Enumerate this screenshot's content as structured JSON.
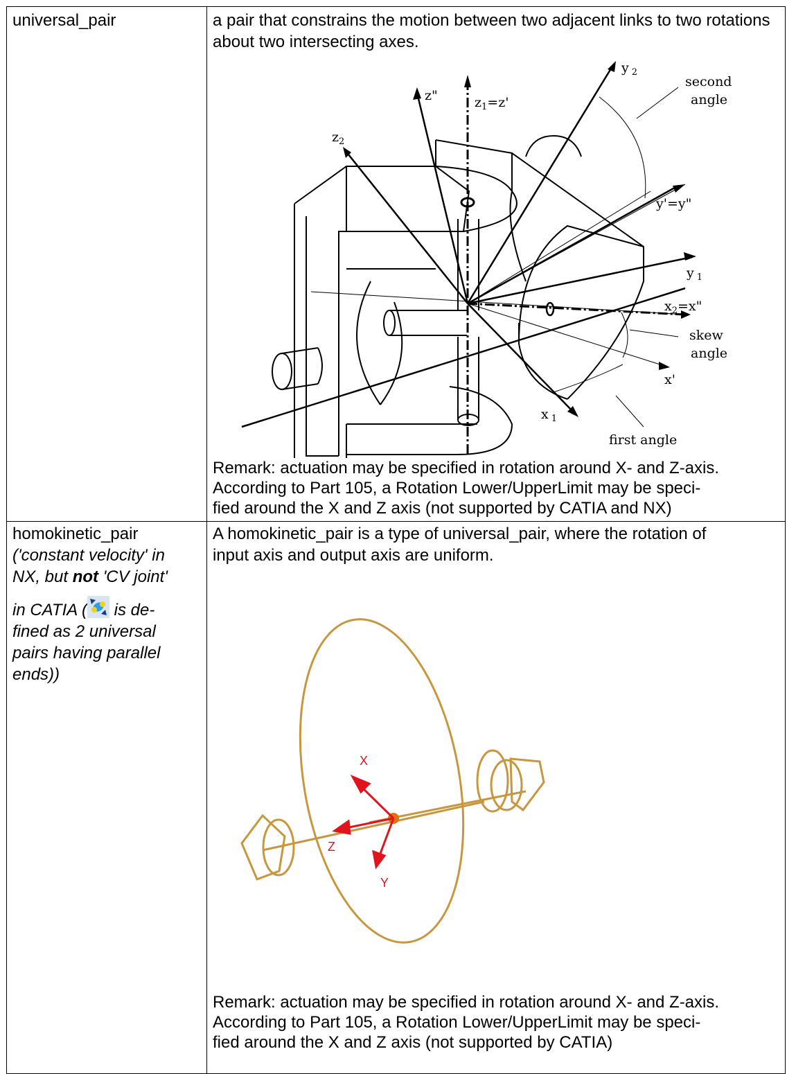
{
  "rows": [
    {
      "term": "universal_pair",
      "definition": "a pair that constrains the motion between two adjacent links to two rotations about two intersecting axes.",
      "diagram_labels": {
        "z_dblprime": "z\"",
        "z1": "z",
        "z1_sub": "1",
        "z1_eq": "=z'",
        "z2": "z",
        "z2_sub": "2",
        "y2": "y",
        "y2_sub": "2",
        "second": "second",
        "angle": "angle",
        "yprime": "y'=y\"",
        "y1": "y",
        "y1_sub": "1",
        "x2": "x",
        "x2_sub": "2",
        "x2_eq": "=x\"",
        "skew": "skew",
        "skew_angle": "angle",
        "xprime": "x'",
        "x1": "x",
        "x1_sub": "1",
        "first_angle": "first angle"
      },
      "remark_lines": [
        "Remark: actuation may be specified in rotation around X- and Z-axis.",
        "According to Part 105, a Rotation Lower/UpperLimit may be speci-",
        "fied around the X and Z axis (not supported by CATIA and NX)"
      ]
    },
    {
      "term": "homokinetic_pair",
      "note_lines": {
        "l1": "('constant velocity' in",
        "l2a": "NX, but ",
        "l2b": "not",
        "l2c": " 'CV joint'",
        "l3a": "in CATIA (",
        "l3b": " is de-",
        "l4": "fined as 2 universal",
        "l5": "pairs having parallel",
        "l6": "ends))"
      },
      "definition_lines": [
        "A homokinetic_pair is a type of universal_pair, where the rotation of",
        "input axis and output axis are uniform."
      ],
      "axis_labels": {
        "x": "X",
        "z": "Z",
        "y": "Y"
      },
      "remark_lines": [
        "Remark: actuation may be specified in rotation around X- and Z-axis.",
        "According to Part 105, a Rotation Lower/UpperLimit may be speci-",
        "fied around the X and Z axis (not supported by CATIA)"
      ]
    }
  ],
  "colors": {
    "model_color": "#c8963c",
    "axis_color": "#e0141e"
  }
}
